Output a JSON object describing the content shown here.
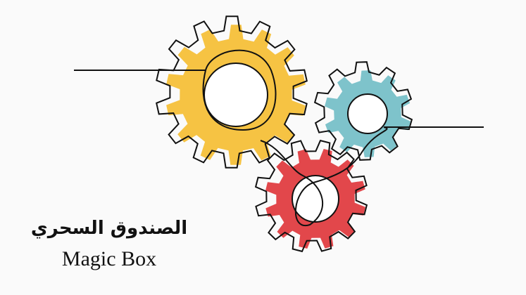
{
  "logo": {
    "title_arabic": "الصندوق السحري",
    "title_english": "Magic Box"
  },
  "illustration": {
    "subject": "gears",
    "colors": {
      "gear_yellow": "#f6c343",
      "gear_blue": "#7ec3cb",
      "gear_red": "#e2474b",
      "outline": "#111111",
      "background": "#fafafa"
    }
  }
}
